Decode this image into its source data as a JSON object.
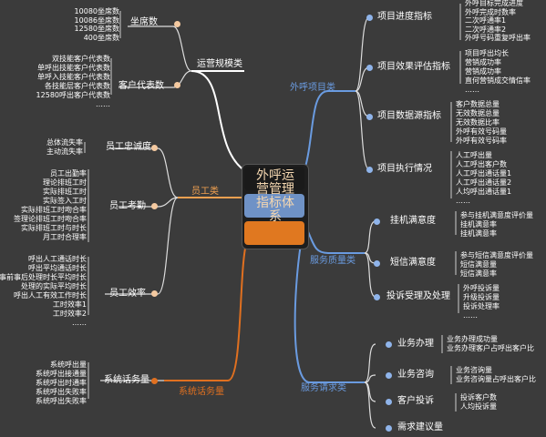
{
  "center": {
    "title": "外呼运营管理指标体系"
  },
  "branches": {
    "top_left": {
      "label": "运营规模类",
      "color": "#ffffff"
    },
    "mid_left": {
      "label": "员工类",
      "color": "#f0a050"
    },
    "bottom_left": {
      "label": "系统话务量",
      "color": "#e07020"
    },
    "top_right": {
      "label": "外呼项目类",
      "color": "#6a9be0"
    },
    "mid_right": {
      "label": "服务质量类",
      "color": "#6a9be0"
    },
    "bottom_right": {
      "label": "服务请求类",
      "color": "#6a9be0"
    }
  },
  "left": {
    "seats": {
      "label": "坐席数",
      "items": [
        "10080坐席数",
        "10086坐席数",
        "12580坐席数",
        "400坐席数"
      ]
    },
    "customer_rep": {
      "label": "客户代表数",
      "items": [
        "双技能客户代表数",
        "单呼出技能客户代表数",
        "单呼入技能客户代表数",
        "各技能层客户代表数",
        "12580呼出客户代表数",
        "……"
      ]
    },
    "loyalty": {
      "label": "员工忠诚度",
      "items": [
        "总体流失率",
        "主动流失率"
      ]
    },
    "attendance": {
      "label": "员工考勤",
      "items": [
        "员工出勤率",
        "理论排班工时",
        "实际排班工时",
        "实际签入工时",
        "实际排班工时吻合率",
        "签理论排班工时吻合率",
        "实际排班工时与时长",
        "月工时合理率"
      ]
    },
    "efficiency": {
      "label": "员工效率",
      "items": [
        "呼出人工通话时长",
        "呼出平均通话时长",
        "事前事后处理时长平均时长",
        "处理的实际平均时长",
        "呼出人工有效工作时长",
        "工时效率1",
        "工时效率2",
        "……"
      ]
    },
    "traffic": {
      "label": "系统话务量",
      "items": [
        "系统呼出量",
        "系统呼出接通量",
        "系统呼出时通率",
        "系统呼出失败率",
        "系统呼出失败率"
      ]
    }
  },
  "right": {
    "progress": {
      "label": "项目进度指标",
      "items": [
        "外呼目标完成进度",
        "外呼完成时数率",
        "二次呼通率1",
        "二次呼通率2",
        "外呼号码重复呼出率"
      ]
    },
    "effect": {
      "label": "项目效果评估指标",
      "items": [
        "项目呼出均长",
        "营销成功率",
        "营销成功率",
        "直何营销成交情信率",
        "……"
      ]
    },
    "database": {
      "label": "项目数据源指标",
      "items": [
        "客户数据总量",
        "无效数据总量",
        "无效数据比率",
        "外呼有效号码量",
        "外呼有效号码率"
      ]
    },
    "execution": {
      "label": "项目执行情况",
      "items": [
        "人工呼出量",
        "人工呼出客户数",
        "人工呼出通话量1",
        "人工呼出通话量2",
        "人均呼出通话量1",
        "……"
      ]
    },
    "hang_sat": {
      "label": "挂机满意度",
      "items": [
        "参与挂机满意度评价量",
        "挂机满意率",
        "挂机满意率"
      ]
    },
    "sms_sat": {
      "label": "短信满意度",
      "items": [
        "参与短信满意度评价量",
        "短信满意量",
        "短信满意率"
      ]
    },
    "complaint": {
      "label": "投诉受理及处理",
      "items": [
        "外呼投诉量",
        "升级投诉量",
        "投诉处理率",
        "……"
      ]
    },
    "biz_handle": {
      "label": "业务办理",
      "items": [
        "业务办理成功量",
        "业务办理客户占呼出客户比"
      ]
    },
    "biz_consult": {
      "label": "业务咨询",
      "items": [
        "业务咨询量",
        "业务咨询量占呼出客户比"
      ]
    },
    "cust_complaint": {
      "label": "客户投诉",
      "items": [
        "投诉客户数",
        "人均投诉量"
      ]
    },
    "demand": {
      "label": "需求建议量",
      "items": []
    }
  }
}
